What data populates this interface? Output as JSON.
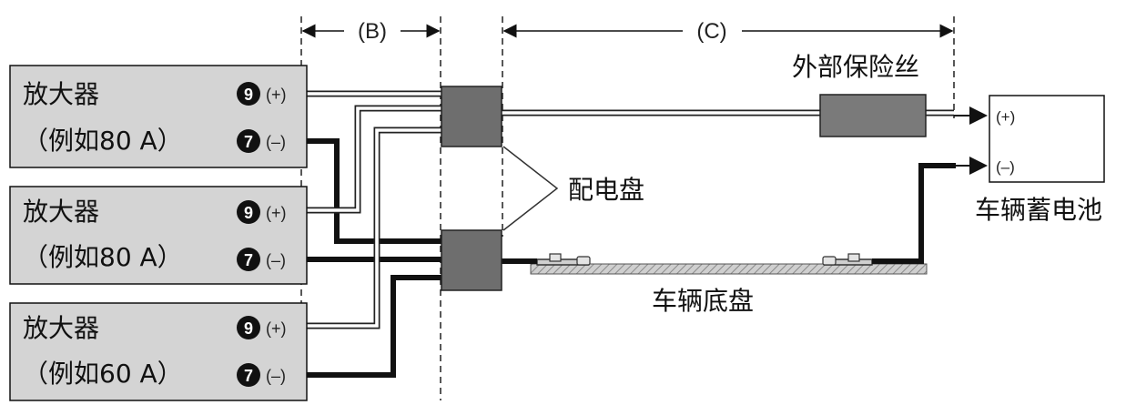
{
  "dimensions": {
    "b_label": "(B)",
    "c_label": "(C)"
  },
  "amplifiers": [
    {
      "title": "放大器",
      "subtitle": "（例如80 A）",
      "pos_terminal_num": "9",
      "pos_terminal_sign": "(+)",
      "neg_terminal_num": "7",
      "neg_terminal_sign": "(–)"
    },
    {
      "title": "放大器",
      "subtitle": "（例如80 A）",
      "pos_terminal_num": "9",
      "pos_terminal_sign": "(+)",
      "neg_terminal_num": "7",
      "neg_terminal_sign": "(–)"
    },
    {
      "title": "放大器",
      "subtitle": "（例如60 A）",
      "pos_terminal_num": "9",
      "pos_terminal_sign": "(+)",
      "neg_terminal_num": "7",
      "neg_terminal_sign": "(–)"
    }
  ],
  "distribution_panel": {
    "label": "配电盘"
  },
  "external_fuse": {
    "label": "外部保险丝"
  },
  "vehicle_chassis": {
    "label": "车辆底盘"
  },
  "vehicle_battery": {
    "label": "车辆蓄电池",
    "pos_terminal": "(+)",
    "neg_terminal": "(–)"
  },
  "colors": {
    "box_fill": "#d4d4d4",
    "block_fill": "#6e6e6e",
    "wire_dark": "#111111",
    "chassis_fill": "#bdbdbd"
  }
}
